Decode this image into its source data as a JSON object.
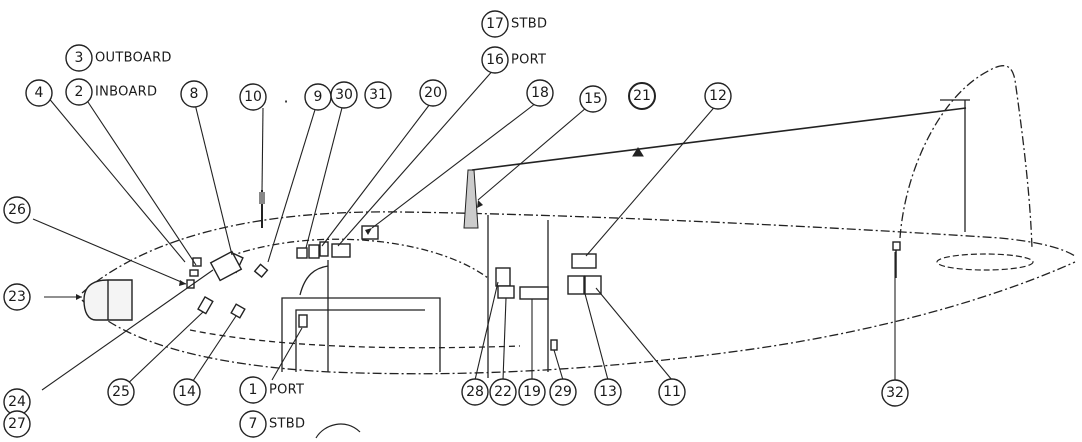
{
  "diagram": {
    "callouts": [
      {
        "id": "c17",
        "num": "17",
        "word": "STBD"
      },
      {
        "id": "c16",
        "num": "16",
        "word": "PORT"
      },
      {
        "id": "c3",
        "num": "3",
        "word": "OUTBOARD"
      },
      {
        "id": "c2",
        "num": "2",
        "word": "INBOARD"
      },
      {
        "id": "c4",
        "num": "4",
        "word": ""
      },
      {
        "id": "c8",
        "num": "8",
        "word": ""
      },
      {
        "id": "c10",
        "num": "10",
        "word": ""
      },
      {
        "id": "c9",
        "num": "9",
        "word": ""
      },
      {
        "id": "c30",
        "num": "30",
        "word": ""
      },
      {
        "id": "c31",
        "num": "31",
        "word": ""
      },
      {
        "id": "c20",
        "num": "20",
        "word": ""
      },
      {
        "id": "c18",
        "num": "18",
        "word": ""
      },
      {
        "id": "c15",
        "num": "15",
        "word": ""
      },
      {
        "id": "c21",
        "num": "21",
        "word": ""
      },
      {
        "id": "c12",
        "num": "12",
        "word": ""
      },
      {
        "id": "c26",
        "num": "26",
        "word": ""
      },
      {
        "id": "c23",
        "num": "23",
        "word": ""
      },
      {
        "id": "c24",
        "num": "24",
        "word": ""
      },
      {
        "id": "c27",
        "num": "27",
        "word": ""
      },
      {
        "id": "c25",
        "num": "25",
        "word": ""
      },
      {
        "id": "c14",
        "num": "14",
        "word": ""
      },
      {
        "id": "c1",
        "num": "1",
        "word": "PORT"
      },
      {
        "id": "c7",
        "num": "7",
        "word": "STBD"
      },
      {
        "id": "c28",
        "num": "28",
        "word": ""
      },
      {
        "id": "c22",
        "num": "22",
        "word": ""
      },
      {
        "id": "c19",
        "num": "19",
        "word": ""
      },
      {
        "id": "c29",
        "num": "29",
        "word": ""
      },
      {
        "id": "c13",
        "num": "13",
        "word": ""
      },
      {
        "id": "c11",
        "num": "11",
        "word": ""
      },
      {
        "id": "c32",
        "num": "32",
        "word": ""
      }
    ],
    "separator": "."
  }
}
